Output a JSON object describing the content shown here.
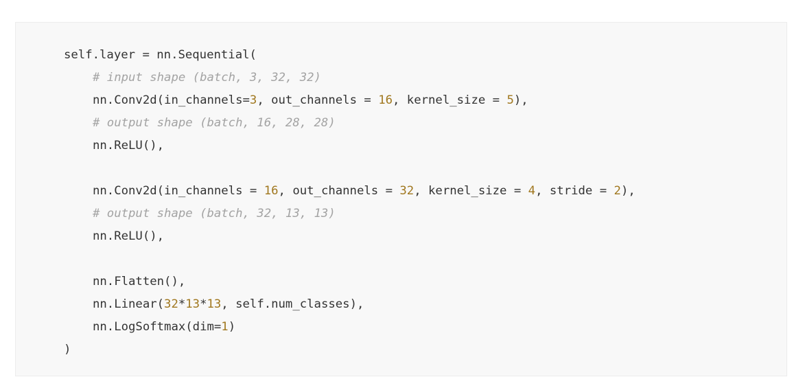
{
  "colors": {
    "background": "#f8f8f8",
    "text": "#333333",
    "number": "#a0771e",
    "comment": "#a3a3a3"
  },
  "code": {
    "lines": [
      {
        "indent": 0,
        "tokens": [
          {
            "t": "self.layer = nn.Sequential(",
            "k": "text"
          }
        ]
      },
      {
        "indent": 1,
        "tokens": [
          {
            "t": "# input shape (batch, 3, 32, 32)",
            "k": "comment"
          }
        ]
      },
      {
        "indent": 1,
        "tokens": [
          {
            "t": "nn.Conv2d(in_channels=",
            "k": "text"
          },
          {
            "t": "3",
            "k": "num"
          },
          {
            "t": ", out_channels = ",
            "k": "text"
          },
          {
            "t": "16",
            "k": "num"
          },
          {
            "t": ", kernel_size = ",
            "k": "text"
          },
          {
            "t": "5",
            "k": "num"
          },
          {
            "t": "),",
            "k": "text"
          }
        ]
      },
      {
        "indent": 1,
        "tokens": [
          {
            "t": "# output shape (batch, 16, 28, 28)",
            "k": "comment"
          }
        ]
      },
      {
        "indent": 1,
        "tokens": [
          {
            "t": "nn.ReLU(),",
            "k": "text"
          }
        ]
      },
      {
        "indent": 0,
        "tokens": []
      },
      {
        "indent": 1,
        "tokens": [
          {
            "t": "nn.Conv2d(in_channels = ",
            "k": "text"
          },
          {
            "t": "16",
            "k": "num"
          },
          {
            "t": ", out_channels = ",
            "k": "text"
          },
          {
            "t": "32",
            "k": "num"
          },
          {
            "t": ", kernel_size = ",
            "k": "text"
          },
          {
            "t": "4",
            "k": "num"
          },
          {
            "t": ", stride = ",
            "k": "text"
          },
          {
            "t": "2",
            "k": "num"
          },
          {
            "t": "),",
            "k": "text"
          }
        ]
      },
      {
        "indent": 1,
        "tokens": [
          {
            "t": "# output shape (batch, 32, 13, 13)",
            "k": "comment"
          }
        ]
      },
      {
        "indent": 1,
        "tokens": [
          {
            "t": "nn.ReLU(),",
            "k": "text"
          }
        ]
      },
      {
        "indent": 0,
        "tokens": []
      },
      {
        "indent": 1,
        "tokens": [
          {
            "t": "nn.Flatten(),",
            "k": "text"
          }
        ]
      },
      {
        "indent": 1,
        "tokens": [
          {
            "t": "nn.Linear(",
            "k": "text"
          },
          {
            "t": "32",
            "k": "num"
          },
          {
            "t": "*",
            "k": "text"
          },
          {
            "t": "13",
            "k": "num"
          },
          {
            "t": "*",
            "k": "text"
          },
          {
            "t": "13",
            "k": "num"
          },
          {
            "t": ", self.num_classes),",
            "k": "text"
          }
        ]
      },
      {
        "indent": 1,
        "tokens": [
          {
            "t": "nn.LogSoftmax(dim=",
            "k": "text"
          },
          {
            "t": "1",
            "k": "num"
          },
          {
            "t": ")",
            "k": "text"
          }
        ]
      },
      {
        "indent": 0,
        "tokens": [
          {
            "t": ")",
            "k": "text"
          }
        ]
      }
    ]
  }
}
